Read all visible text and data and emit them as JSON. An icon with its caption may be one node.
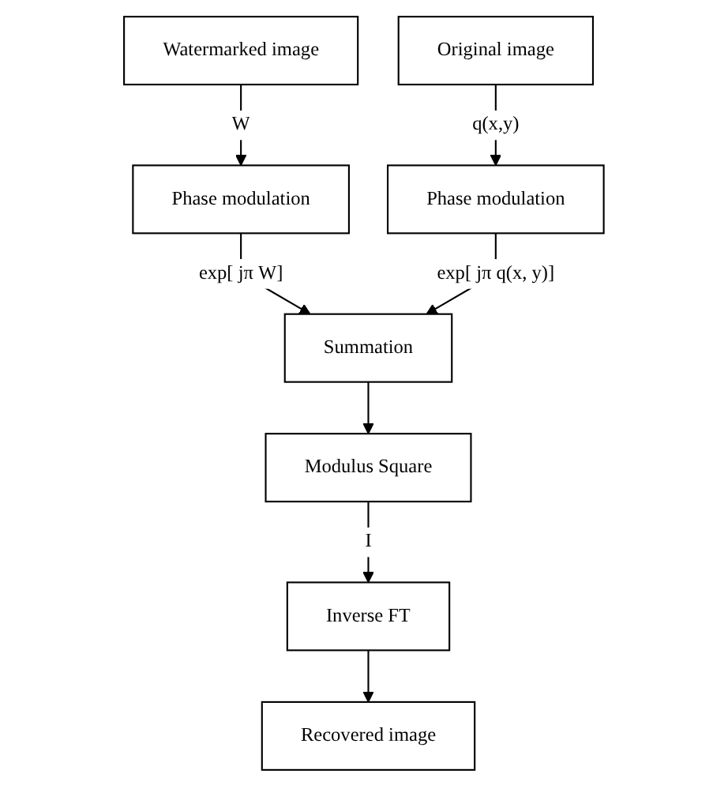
{
  "diagram": {
    "nodes": [
      {
        "text": [
          "Watermarked image"
        ]
      },
      {
        "text": [
          "Original image"
        ]
      },
      {
        "text": [
          "Phase modulation"
        ]
      },
      {
        "text": [
          "Phase modulation"
        ]
      },
      {
        "text": [
          "Summation"
        ]
      },
      {
        "text": [
          "Modulus Square"
        ]
      },
      {
        "text": [
          "Inverse FT"
        ]
      },
      {
        "text": [
          "Recovered image"
        ]
      }
    ],
    "edges": [
      {
        "from": 0,
        "to": 2,
        "arrow": "to",
        "label": "W"
      },
      {
        "from": 1,
        "to": 3,
        "arrow": "to",
        "label": "q(x,y)"
      },
      {
        "from": 2,
        "to": 4,
        "arrow": "to",
        "label": "exp[ jπ W]"
      },
      {
        "from": 3,
        "to": 4,
        "arrow": "to",
        "label": "exp[ jπ q(x, y)]"
      },
      {
        "from": 4,
        "to": 5,
        "arrow": "to"
      },
      {
        "from": 5,
        "to": 6,
        "arrow": "to",
        "label": "I"
      },
      {
        "from": 6,
        "to": 7,
        "arrow": "to"
      }
    ]
  }
}
